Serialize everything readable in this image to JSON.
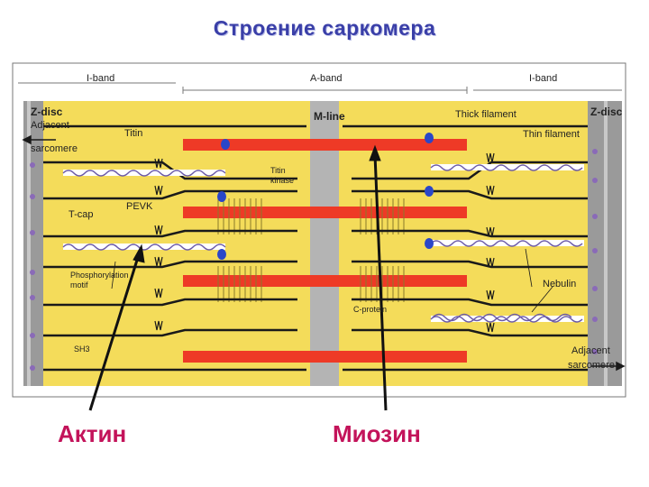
{
  "title": "Строение саркомера",
  "labels": {
    "i_band_left": "I-band",
    "a_band": "A-band",
    "i_band_right": "I-band",
    "z_disc_left": "Z-disc",
    "adjacent_left_1": "Adjacent",
    "adjacent_left_2": "sarcomere",
    "m_line": "M-line",
    "thick_filament": "Thick filament",
    "z_disc_right": "Z-disc",
    "thin_filament": "Thin filament",
    "titin": "Titin",
    "titin_kinase_1": "Titin",
    "titin_kinase_2": "kinase",
    "pevk": "PEVK",
    "t_cap": "T-cap",
    "phospho_1": "Phosphorylation",
    "phospho_2": "motif",
    "nebulin": "Nebulin",
    "c_protein": "C-protein",
    "sh3": "SH3",
    "adjacent_right_1": "Adjacent",
    "adjacent_right_2": "sarcomere"
  },
  "captions": {
    "actin": "Актин",
    "myosin": "Миозин"
  },
  "colors": {
    "background": "#f4dc5a",
    "thick_filament": "#ee3a26",
    "thin_filament": "#1a1a1a",
    "m_line": "#b4b4b4",
    "title": "#3a3fa8",
    "caption": "#c3135a"
  }
}
